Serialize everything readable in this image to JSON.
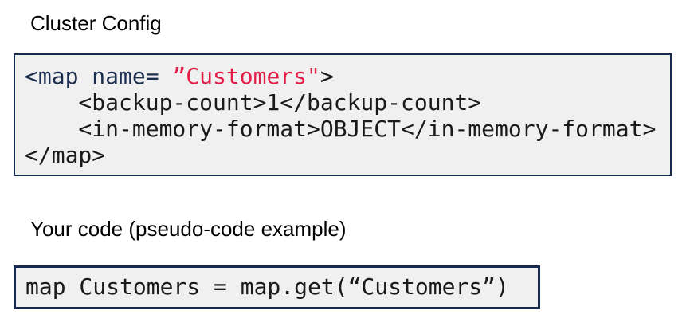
{
  "colors": {
    "page_bg": "#ffffff",
    "box_bg": "#f0f0f0",
    "box_border": "#16294e",
    "tag_navy": "#1b2d4f",
    "string_red": "#e11d48",
    "code_text": "#1a1a1a",
    "heading_text": "#000000"
  },
  "cluster_config": {
    "heading": "Cluster Config",
    "code": {
      "line1": {
        "tag_open": "<map name= ",
        "name_string": "”Customers\"",
        "tag_close": ">"
      },
      "line2": "    <backup-count>1</backup-count>",
      "line3": "    <in-memory-format>OBJECT</in-memory-format>",
      "line4": "</map>"
    }
  },
  "your_code": {
    "heading": "Your code (pseudo-code example)",
    "code_line": "map Customers = map.get(“Customers”)"
  }
}
